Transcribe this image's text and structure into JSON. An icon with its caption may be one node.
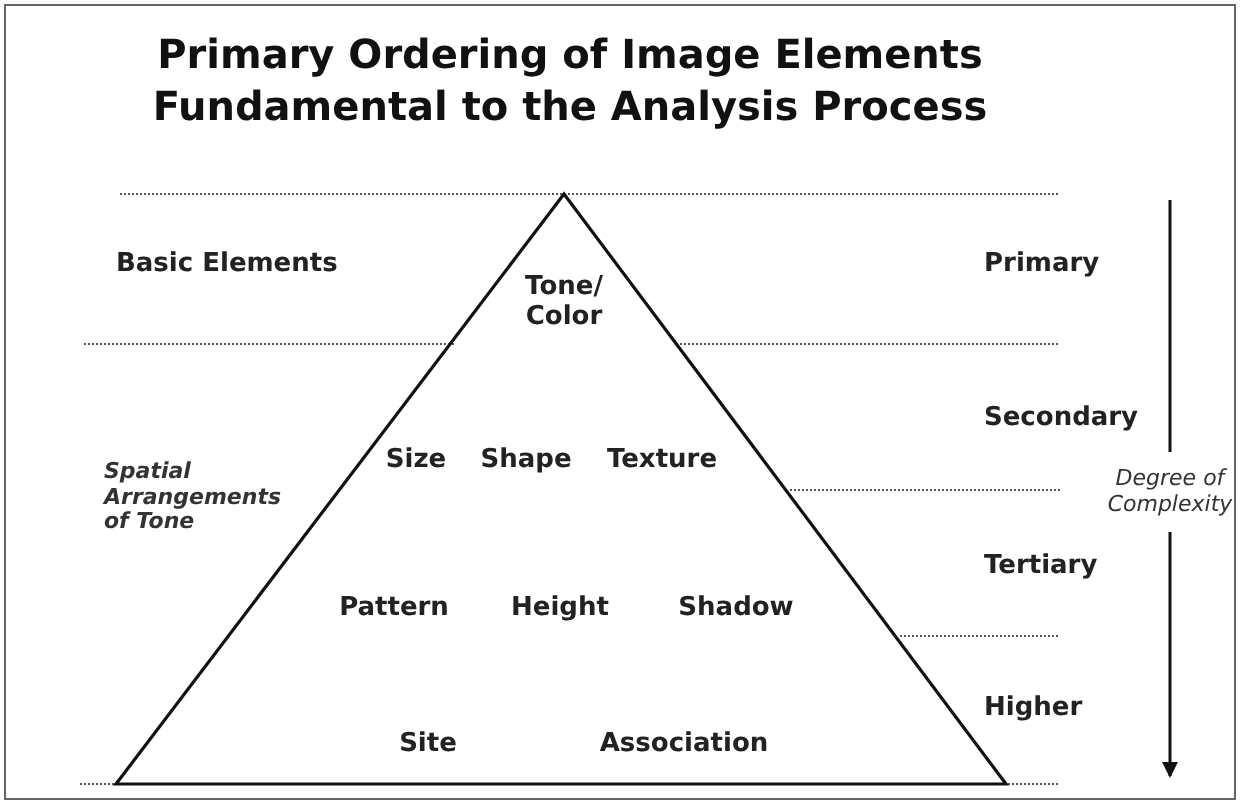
{
  "diagram": {
    "title": "Primary Ordering of Image Elements Fundamental to the Analysis Process",
    "nodes": [
      {
        "text": [
          "Tone/ Color",
          "Size",
          "Shape",
          "Texture",
          "Pattern",
          "Height",
          "Shadow",
          "Site",
          "Association"
        ]
      }
    ],
    "labels": [
      "Basic Elements",
      "Primary",
      "Secondary",
      "Spatial Arrangements of Tone",
      "Degree of Complexity",
      "Tertiary",
      "Higher"
    ]
  }
}
